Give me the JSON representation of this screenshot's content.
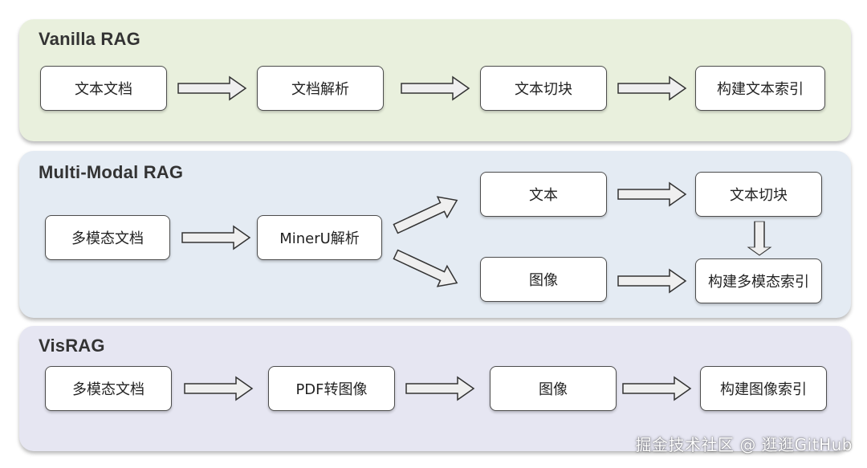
{
  "vanilla": {
    "title": "Vanilla RAG",
    "steps": [
      "文本文档",
      "文档解析",
      "文本切块",
      "构建文本索引"
    ]
  },
  "multimodal": {
    "title": "Multi-Modal RAG",
    "doc": "多模态文档",
    "parser": "MinerU解析",
    "text": "文本",
    "chunk": "文本切块",
    "image": "图像",
    "index": "构建多模态索引"
  },
  "visrag": {
    "title": "VisRAG",
    "steps": [
      "多模态文档",
      "PDF转图像",
      "图像",
      "构建图像索引"
    ]
  },
  "watermark": "掘金技术社区 @ 逛逛GitHub",
  "colors": {
    "vanilla_panel": "#e9f0dd",
    "multimodal_panel": "#e4ebf3",
    "visrag_panel": "#e6e6f2",
    "arrow_fill": "#efefef",
    "arrow_stroke": "#333333"
  }
}
